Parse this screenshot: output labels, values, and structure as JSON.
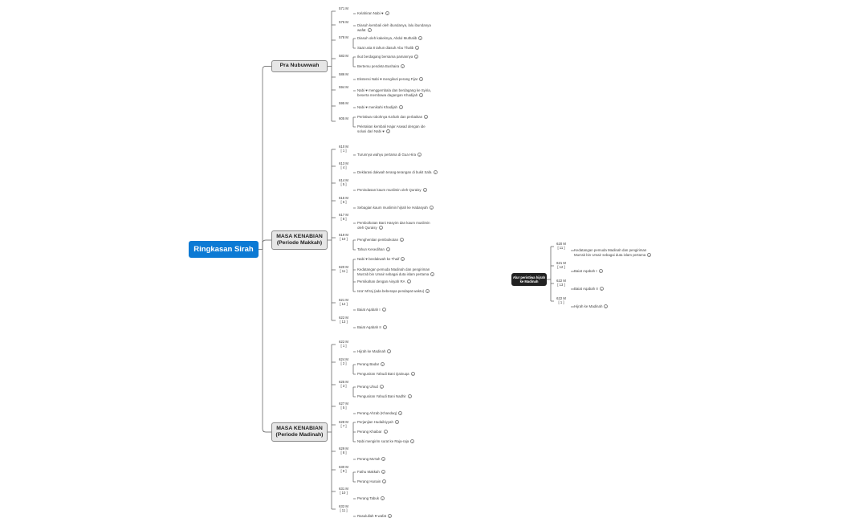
{
  "root": {
    "label": "Ringkasan Sirah"
  },
  "branches": [
    {
      "label": "Pra Nubuwwah",
      "groups": [
        {
          "year": "571 M",
          "events": [
            "Kelahiran Nabi ♥"
          ]
        },
        {
          "year": "576 M",
          "events": [
            "Diasuh kembali oleh ibundanya, lalu ibundanya\nwafat"
          ]
        },
        {
          "year": "578 M",
          "events": [
            "Diasuh oleh kakeknya, Abdul Muthalib",
            "Saat usia 8 tahun diasuh Abu Thalib"
          ]
        },
        {
          "year": "583 M",
          "events": [
            "Ikut berdagang bersama pamannya",
            "Bertemu pendeta Bushaira"
          ]
        },
        {
          "year": "586 M",
          "events": [
            "Ekstensi Nabi ♥ mengikuti perang Fijar"
          ]
        },
        {
          "year": "594 M",
          "events": [
            "Nabi ♥ menggembala dan berdagang ke Syiria,\nbeserta membawa dagangan Khadijah"
          ]
        },
        {
          "year": "595 M",
          "events": [
            "Nabi ♥ menikahi Khadijah"
          ]
        },
        {
          "year": "605 M",
          "events": [
            "Peristiwa robohnya Ka'bah dan perbaikan",
            "Peletakan kembali Hajar Aswad dengan ide\nsolusi dari Nabi ♥"
          ]
        }
      ]
    },
    {
      "label": "MASA KENABIAN\n(Periode Makkah)",
      "groups": [
        {
          "year": "610 M\n[ 1 ]",
          "events": [
            "Turunnya wahyu pertama di Gua Hira"
          ]
        },
        {
          "year": "613 M\n[ 4 ]",
          "events": [
            "Deklarasi dakwah terang-terangan di bukit Safa"
          ]
        },
        {
          "year": "614 M\n[ 5 ]",
          "events": [
            "Penindasan kaum muslimin oleh Quraisy"
          ]
        },
        {
          "year": "615 M\n[ 6 ]",
          "events": [
            "Sebagian kaum muslimin hijrah ke Habasyah"
          ]
        },
        {
          "year": "617 M\n[ 8 ]",
          "events": [
            "Pemboikotan Bani Hasyim dan kaum muslimin\noleh Quraisy"
          ]
        },
        {
          "year": "619 M\n[ 10 ]",
          "events": [
            "Penghentian pemboikotan",
            "Tahun Kesedihan"
          ]
        },
        {
          "year": "620 M\n[ 11 ]",
          "events": [
            "Nabi ♥ berdakwah ke Thaif",
            "Kedatangan pemuda Madinah dan pengiriman\nMus'ab bin Umair sebagai duta islam pertama",
            "Pernikahan dengan Aisyah RA",
            "Isra' Mi'raj (ada beberapa pendapat waktu)"
          ]
        },
        {
          "year": "621 M\n[ 12 ]",
          "events": [
            "Baiat Aqabah I"
          ]
        },
        {
          "year": "622 M\n[ 13 ]",
          "events": [
            "Baiat Aqabah II"
          ]
        }
      ]
    },
    {
      "label": "MASA KENABIAN\n(Periode Madinah)",
      "groups": [
        {
          "year": "622 M\n[ 1 ]",
          "events": [
            "Hijrah ke Madinah"
          ]
        },
        {
          "year": "624 M\n[ 2 ]",
          "events": [
            "Perang Badar",
            "Pengusiran Yahudi Bani Qainuqa"
          ]
        },
        {
          "year": "625 M\n[ 3 ]",
          "events": [
            "Perang Uhud",
            "Pengusiran Yahudi Bani Nadhir"
          ]
        },
        {
          "year": "627 M\n[ 5 ]",
          "events": [
            "Perang Ahzab (Khandaq)"
          ]
        },
        {
          "year": "628 M\n[ 7 ]",
          "events": [
            "Perjanjian Hudaibiyyah",
            "Perang Khaibar",
            "Nabi mengirim surat ke Raja-raja"
          ]
        },
        {
          "year": "629 M\n[ 8 ]",
          "events": [
            "Perang Mu'tah"
          ]
        },
        {
          "year": "630 M\n[ 9 ]",
          "events": [
            "Fathu Makkah",
            "Perang Hunain"
          ]
        },
        {
          "year": "631 M\n[ 10 ]",
          "events": [
            "Perang Tabuk"
          ]
        },
        {
          "year": "632 M\n[ 11 ]",
          "events": [
            "Rasulullah ♥ wafat"
          ]
        }
      ]
    }
  ],
  "floating": {
    "label": "Alur peristiwa\nhijrah ke Madinah",
    "groups": [
      {
        "year": "620 M\n[ 11 ]",
        "events": [
          "Kedatangan pemuda Madinah dan pengiriman\nMus'ab bin Umair sebagai duta islam pertama"
        ]
      },
      {
        "year": "621 M\n[ 12 ]",
        "events": [
          "Baiat Aqabah I"
        ]
      },
      {
        "year": "622 M\n[ 13 ]",
        "events": [
          "Baiat Aqabah II"
        ]
      },
      {
        "year": "622 M\n[ 1 ]",
        "events": [
          "Hijrah ke Madinah"
        ]
      }
    ]
  },
  "colors": {
    "root": "#0c7ad4",
    "line": "#555555",
    "branch_fill": "#e6e6e6"
  },
  "icons": {
    "expand": "plus-circle-icon"
  }
}
